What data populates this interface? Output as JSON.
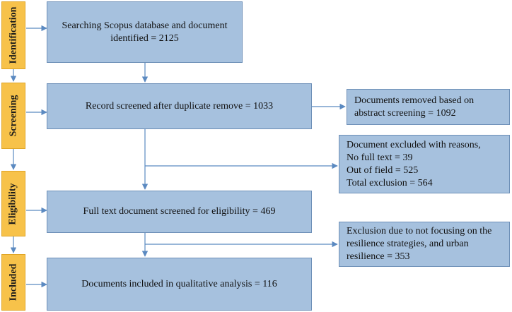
{
  "stages": [
    {
      "label": "Identification"
    },
    {
      "label": "Screening"
    },
    {
      "label": "Eligibility"
    },
    {
      "label": "Included"
    }
  ],
  "main_boxes": [
    {
      "text": "Searching Scopus database and document identified = 2125"
    },
    {
      "text": "Record screened after duplicate remove = 1033"
    },
    {
      "text": "Full text document screened for eligibility = 469"
    },
    {
      "text": "Documents included in qualitative analysis = 116"
    }
  ],
  "side_boxes": [
    {
      "lines": [
        "Documents removed based on",
        "abstract screening = 1092"
      ]
    },
    {
      "lines": [
        "Document excluded with reasons,",
        "No full text = 39",
        "Out of field = 525",
        "Total exclusion = 564"
      ]
    },
    {
      "lines": [
        "Exclusion due to not focusing on the",
        "resilience strategies, and urban",
        "resilience = 353"
      ]
    }
  ],
  "colors": {
    "stage_fill": "#f7c24a",
    "box_fill": "#a6c1de",
    "box_border": "#6d8fb7",
    "connector": "#5b8ac1"
  }
}
